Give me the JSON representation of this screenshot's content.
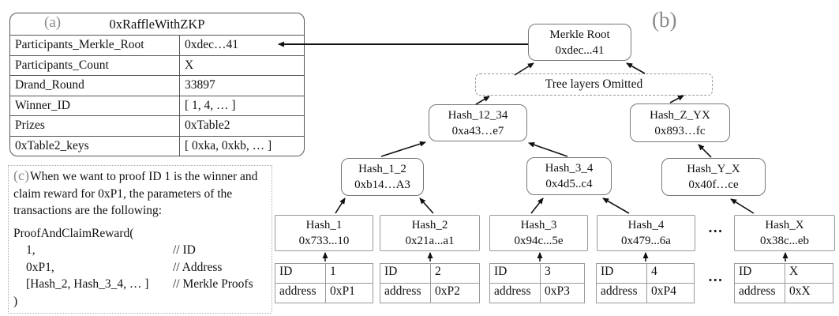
{
  "panel_a": {
    "label": "(a)",
    "title": "0xRaffleWithZKP",
    "rows": [
      {
        "key": "Participants_Merkle_Root",
        "value": "0xdec…41"
      },
      {
        "key": "Participants_Count",
        "value": "X"
      },
      {
        "key": "Drand_Round",
        "value": "33897"
      },
      {
        "key": "Winner_ID",
        "value": "[ 1, 4, … ]"
      },
      {
        "key": "Prizes",
        "value": "0xTable2"
      },
      {
        "key": "0xTable2_keys",
        "value": "[ 0xka, 0xkb, … ]"
      }
    ]
  },
  "panel_b": {
    "label": "(b)",
    "nodes": {
      "merkle_root": {
        "name": "Merkle Root",
        "hash": "0xdec...41"
      },
      "omitted": {
        "label": "Tree layers Omitted"
      },
      "hash_12_34": {
        "name": "Hash_12_34",
        "hash": "0xa43…e7"
      },
      "hash_z_yx": {
        "name": "Hash_Z_YX",
        "hash": "0x893…fc"
      },
      "hash_1_2": {
        "name": "Hash_1_2",
        "hash": "0xb14…A3"
      },
      "hash_3_4": {
        "name": "Hash_3_4",
        "hash": "0x4d5..c4"
      },
      "hash_y_x": {
        "name": "Hash_Y_X",
        "hash": "0x40f…ce"
      },
      "hash_1": {
        "name": "Hash_1",
        "hash": "0x733...10"
      },
      "hash_2": {
        "name": "Hash_2",
        "hash": "0x21a...a1"
      },
      "hash_3": {
        "name": "Hash_3",
        "hash": "0x94c...5e"
      },
      "hash_4": {
        "name": "Hash_4",
        "hash": "0x479...6a"
      },
      "hash_x": {
        "name": "Hash_X",
        "hash": "0x38c...eb"
      }
    },
    "ellipsis_nodes": "...",
    "ellipsis_tables": "...",
    "leaves": [
      {
        "id_label": "ID",
        "id_value": "1",
        "addr_label": "address",
        "addr_value": "0xP1"
      },
      {
        "id_label": "ID",
        "id_value": "2",
        "addr_label": "address",
        "addr_value": "0xP2"
      },
      {
        "id_label": "ID",
        "id_value": "3",
        "addr_label": "address",
        "addr_value": "0xP3"
      },
      {
        "id_label": "ID",
        "id_value": "4",
        "addr_label": "address",
        "addr_value": "0xP4"
      },
      {
        "id_label": "ID",
        "id_value": "X",
        "addr_label": "address",
        "addr_value": "0xX"
      }
    ]
  },
  "panel_c": {
    "label": "(c)",
    "intro": "When we want to proof ID 1 is the winner and claim reward for 0xP1, the parameters of the transactions are the following:",
    "func_open": "ProofAndClaimReward(",
    "params": [
      {
        "value": "1,",
        "comment": "// ID"
      },
      {
        "value": "0xP1,",
        "comment": "// Address"
      },
      {
        "value": "[Hash_2, Hash_3_4, … ]",
        "comment": "// Merkle Proofs"
      }
    ],
    "func_close": ")"
  }
}
